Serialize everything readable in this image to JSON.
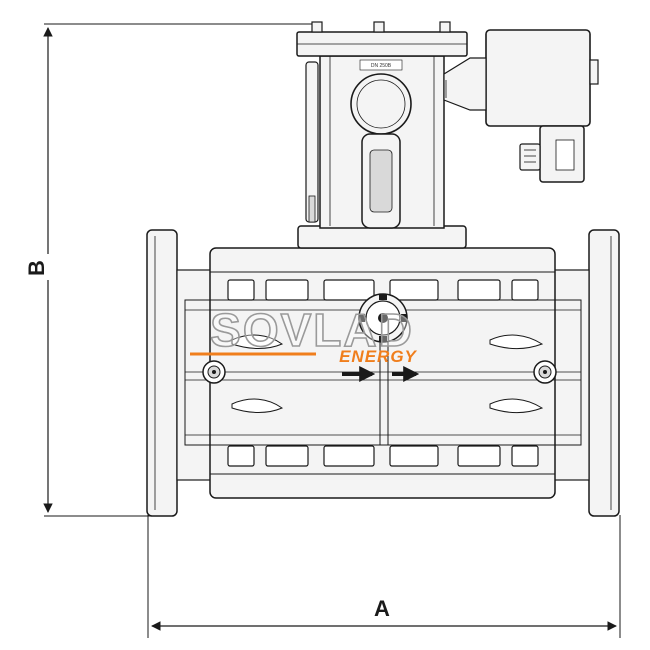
{
  "dimensions": {
    "width_label": "A",
    "height_label": "B"
  },
  "watermark": {
    "brand": "SOVLAD",
    "sub": "ENERGY",
    "accent_color": "#f07e1c"
  },
  "nameplate": {
    "text": "DN 250B"
  },
  "colors": {
    "line": "#1a1a1a",
    "body_fill": "#f4f4f4",
    "shade": "#d9d9d9"
  }
}
